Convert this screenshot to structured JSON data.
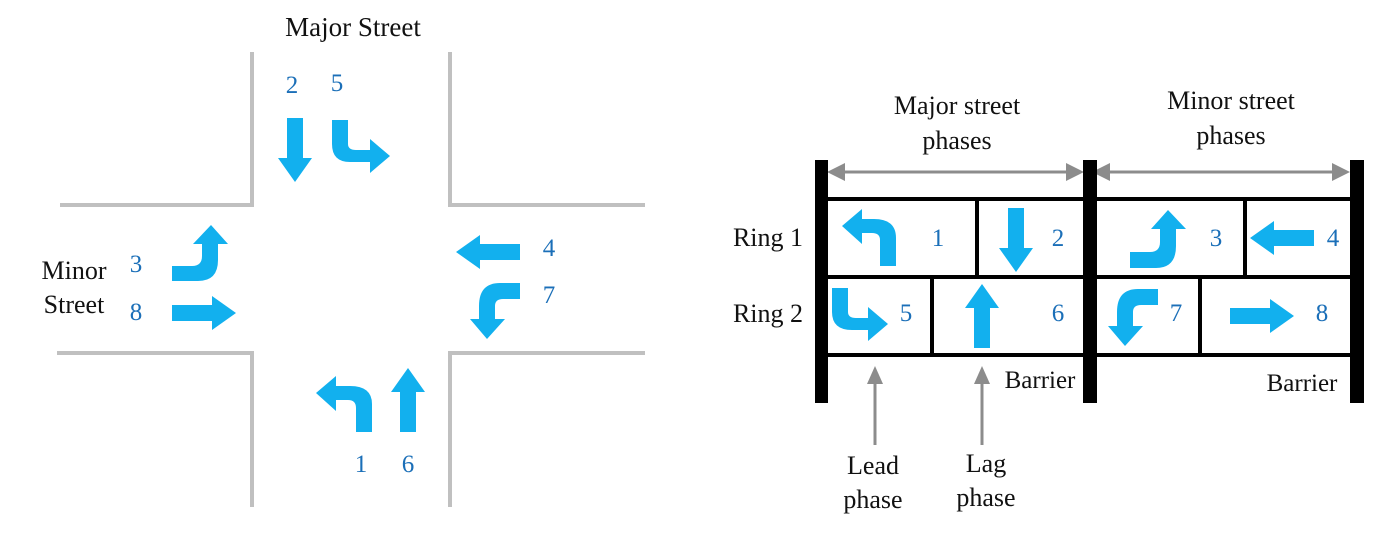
{
  "intersection": {
    "major_street": "Major Street",
    "minor_street_line1": "Minor",
    "minor_street_line2": "Street",
    "movement_numbers": {
      "southbound_through": "2",
      "southbound_left": "5",
      "eastbound_left": "3",
      "eastbound_through": "8",
      "westbound_through": "4",
      "westbound_left": "7",
      "northbound_left": "1",
      "northbound_through": "6"
    }
  },
  "ring_diagram": {
    "major_phases_line1": "Major street",
    "major_phases_line2": "phases",
    "minor_phases_line1": "Minor street",
    "minor_phases_line2": "phases",
    "ring1_label": "Ring 1",
    "ring2_label": "Ring 2",
    "ring1_phases": [
      "1",
      "2",
      "3",
      "4"
    ],
    "ring2_phases": [
      "5",
      "6",
      "7",
      "8"
    ],
    "barrier_label": "Barrier",
    "lead_phase_line1": "Lead",
    "lead_phase_line2": "phase",
    "lag_phase_line1": "Lag",
    "lag_phase_line2": "phase"
  },
  "colors": {
    "arrow": "#12b0ee",
    "number": "#1b6fb8",
    "road": "#c0c0c0",
    "pointer": "#8c8c8c"
  }
}
